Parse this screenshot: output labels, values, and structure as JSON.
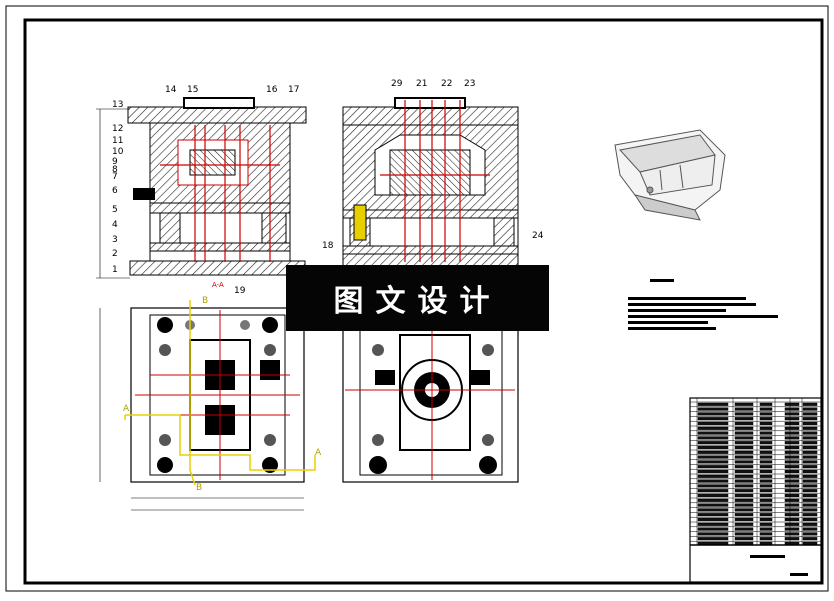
{
  "drawing": {
    "watermark_text": "图文设计",
    "part_labels_left": [
      "1",
      "2",
      "3",
      "4",
      "5",
      "6",
      "7",
      "8",
      "9",
      "10",
      "11",
      "12",
      "13",
      "14",
      "15",
      "16",
      "17",
      "18",
      "19"
    ],
    "part_labels_right": [
      "21",
      "22",
      "23",
      "24",
      "29"
    ],
    "section_marks": [
      "A",
      "A",
      "B",
      "B"
    ],
    "section_view_label": "A-A",
    "colors": {
      "ink": "#000000",
      "red": "#cc0000",
      "yellow": "#e8d000",
      "hatch": "#333333"
    }
  }
}
